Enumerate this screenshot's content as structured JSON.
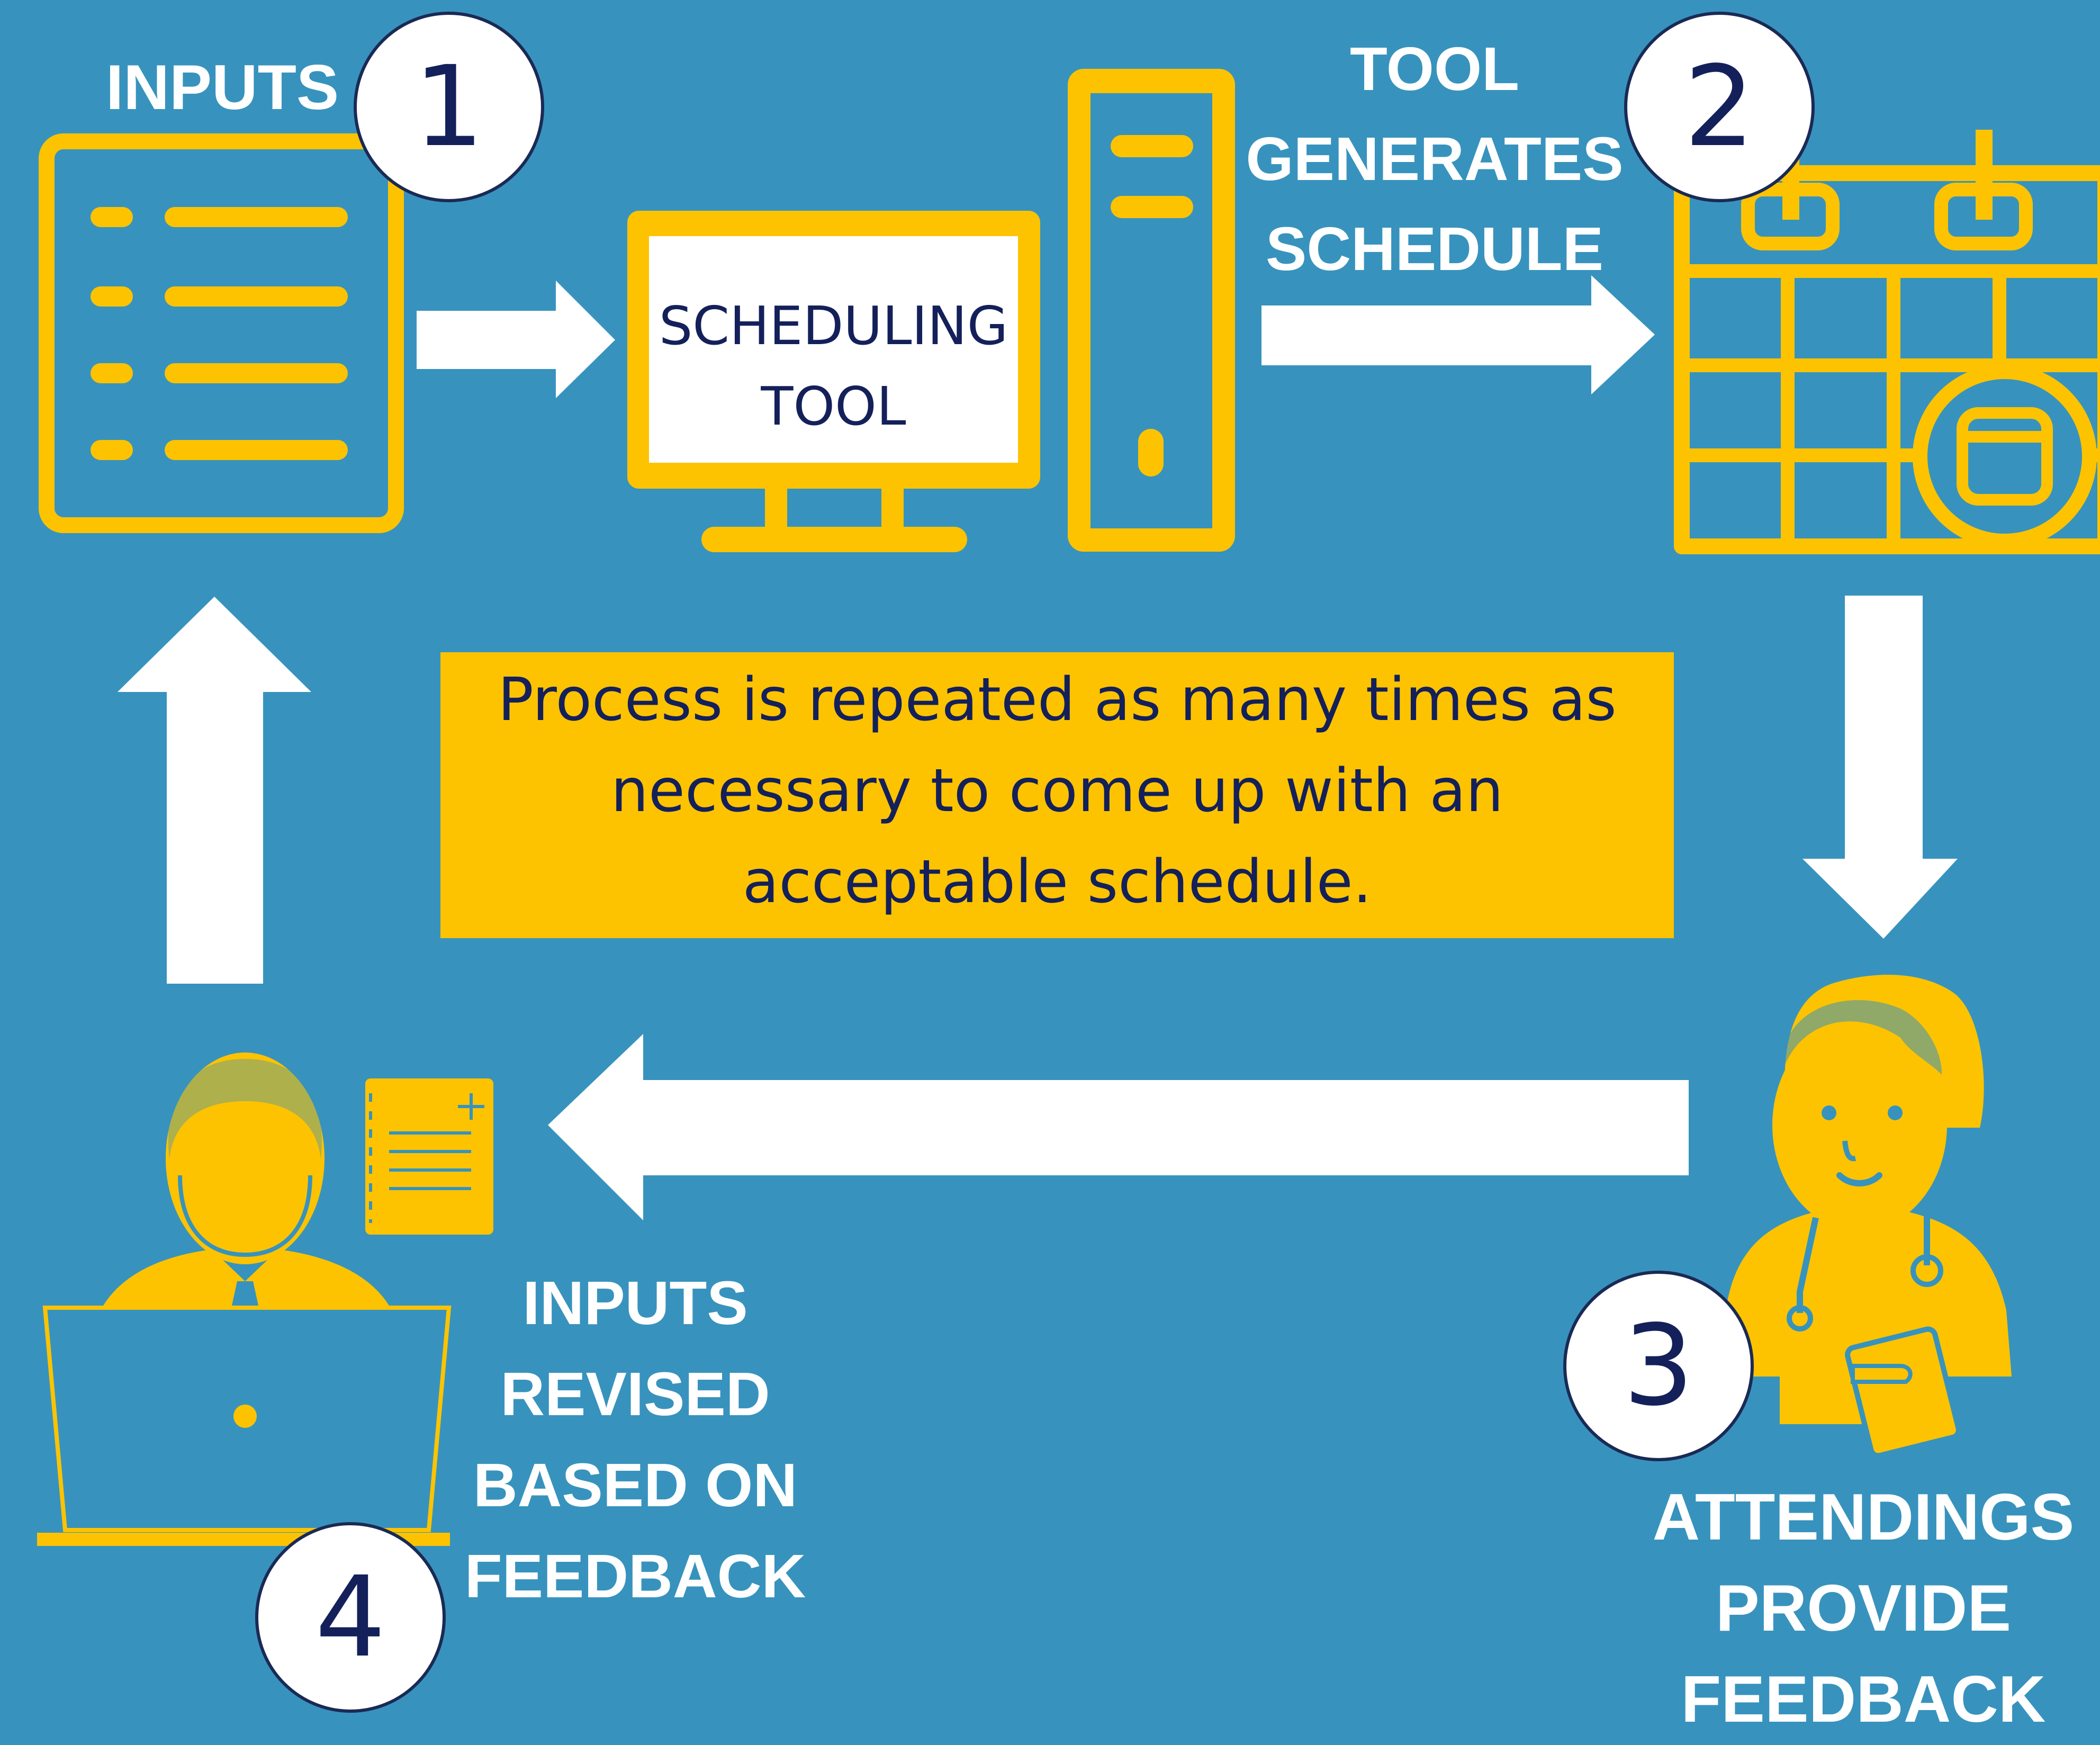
{
  "colors": {
    "background": "#3793bd",
    "accent": "#fdc300",
    "arrow": "#ffffff",
    "text_dark": "#14205a",
    "label": "#ffffff"
  },
  "icons": {
    "step1": "document-list-icon",
    "tool": "computer-icon",
    "step2": "calendar-icon",
    "step3": "doctor-icon",
    "step4": "laptop-user-icon"
  },
  "steps": [
    {
      "number": "1",
      "label_lines": [
        "INPUTS"
      ]
    },
    {
      "number": "2",
      "label_lines": [
        "TOOL",
        "GENERATES",
        "SCHEDULE"
      ]
    },
    {
      "number": "3",
      "label_lines": [
        "ATTENDINGS",
        "PROVIDE",
        "FEEDBACK"
      ]
    },
    {
      "number": "4",
      "label_lines": [
        "INPUTS",
        "REVISED",
        "BASED ON",
        "FEEDBACK"
      ]
    }
  ],
  "tool_screen_lines": [
    "SCHEDULING",
    "TOOL"
  ],
  "note_lines": [
    "Process is repeated as many times as",
    "necessary to come up with an",
    "acceptable schedule."
  ]
}
